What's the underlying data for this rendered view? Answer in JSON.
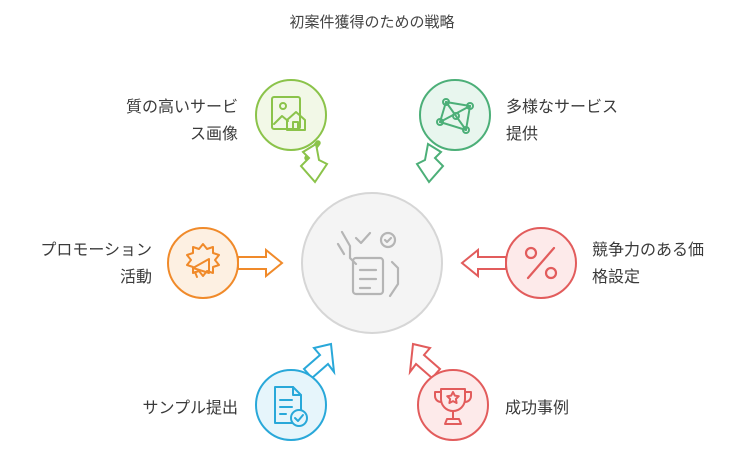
{
  "title": "初案件獲得のための戦略",
  "center": {
    "icon": "checklist-hand-icon",
    "color": "#9e9e9e"
  },
  "items": [
    {
      "key": "quality",
      "lines": [
        "質の高いサービ",
        "ス画像"
      ],
      "icon": "image-house-icon",
      "color": "#8bc34a"
    },
    {
      "key": "variety",
      "lines": [
        "多様なサービス",
        "提供"
      ],
      "icon": "network-icon",
      "color": "#4caf78"
    },
    {
      "key": "price",
      "lines": [
        "競争力のある価",
        "格設定"
      ],
      "icon": "percent-icon",
      "color": "#e25c5c"
    },
    {
      "key": "success",
      "lines": [
        "成功事例"
      ],
      "icon": "trophy-icon",
      "color": "#e25c5c"
    },
    {
      "key": "sample",
      "lines": [
        "サンプル提出"
      ],
      "icon": "document-check-icon",
      "color": "#29a8d9"
    },
    {
      "key": "promo",
      "lines": [
        "プロモーション",
        "活動"
      ],
      "icon": "megaphone-icon",
      "color": "#f08a2a"
    }
  ]
}
